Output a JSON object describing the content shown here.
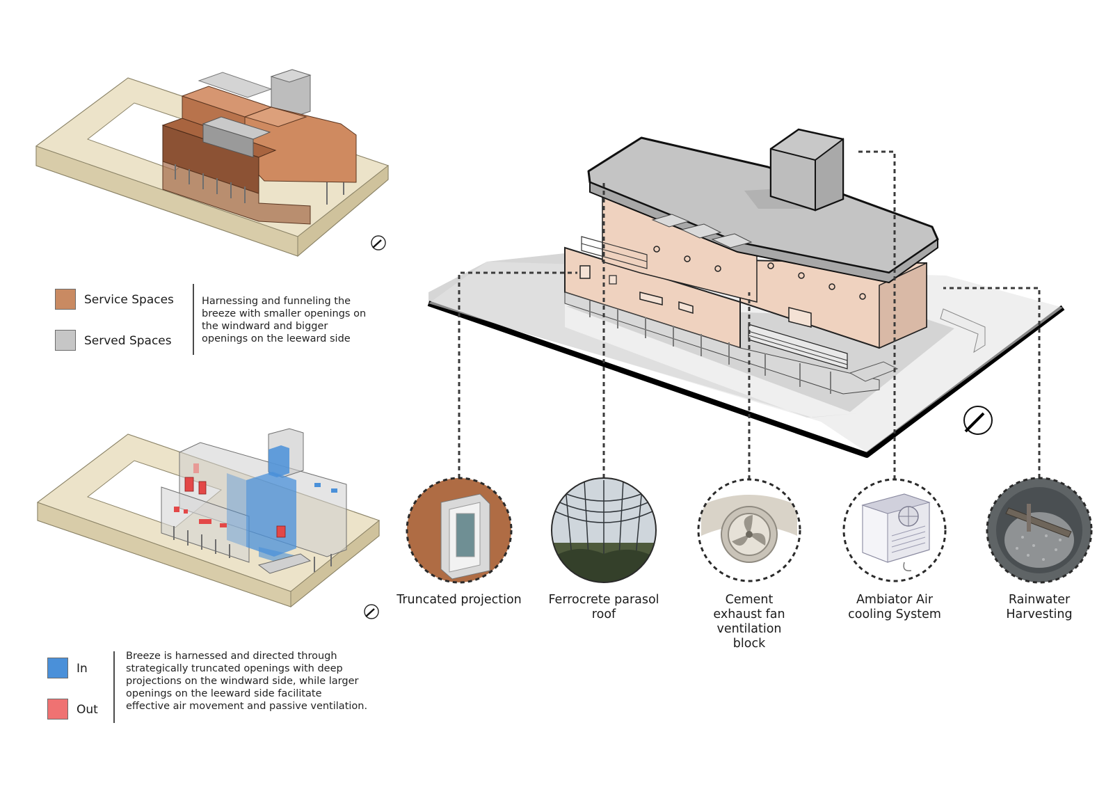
{
  "legend_top": {
    "items": [
      {
        "label": "Service Spaces",
        "color": "#c98a62"
      },
      {
        "label": "Served Spaces",
        "color": "#c6c6c6"
      }
    ],
    "description": "Harnessing and funneling the breeze with smaller openings on the windward and bigger openings on the leeward side"
  },
  "legend_bottom": {
    "items": [
      {
        "label": "In",
        "color": "#4a90d9"
      },
      {
        "label": "Out",
        "color": "#ef7272"
      }
    ],
    "description": "Breeze is harnessed and directed through strategically truncated openings with deep projections on the windward side, while larger openings on the leeward side facilitate effective air movement and passive ventilation."
  },
  "features": [
    {
      "label": "Truncated projection",
      "icon": "window-projection-icon"
    },
    {
      "label": "Ferrocrete parasol roof",
      "icon": "parasol-roof-icon"
    },
    {
      "label": "Cement exhaust fan ventilation block",
      "icon": "fan-block-icon"
    },
    {
      "label": "Ambiator Air cooling System",
      "icon": "air-cooler-icon"
    },
    {
      "label": "Rainwater Harvesting",
      "icon": "rainwater-pit-icon"
    }
  ],
  "colors": {
    "service": "#c98a62",
    "served": "#c6c6c6",
    "site": "#e6dcc0",
    "breeze_in": "#4a90d9",
    "breeze_out": "#ef7272",
    "facade": "#efd2bf",
    "roof": "#c4c4c4"
  }
}
